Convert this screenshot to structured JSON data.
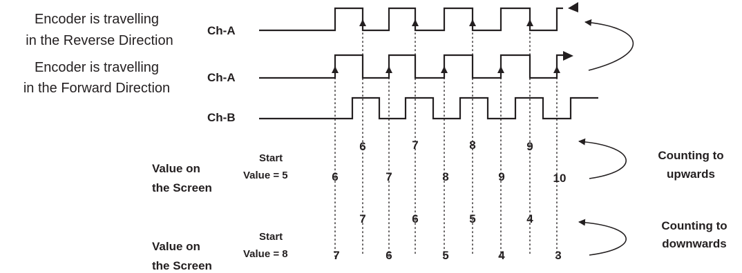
{
  "descriptions": {
    "reverse": [
      "Encoder is travelling",
      "in the Reverse Direction"
    ],
    "forward": [
      "Encoder is travelling",
      "in the Forward Direction"
    ]
  },
  "channels": {
    "reverse_a": "Ch-A",
    "forward_a": "Ch-A",
    "b": "Ch-B"
  },
  "upward_section": {
    "value_label": [
      "Value on",
      "the Screen"
    ],
    "start_label": [
      "Start",
      "Value = 5"
    ],
    "reverse_values": [
      "6",
      "7",
      "8",
      "9"
    ],
    "forward_values": [
      "6",
      "7",
      "8",
      "9",
      "10"
    ],
    "caption": [
      "Counting to",
      "upwards"
    ]
  },
  "downward_section": {
    "value_label": [
      "Value on",
      "the Screen"
    ],
    "start_label": [
      "Start",
      "Value = 8"
    ],
    "reverse_values": [
      "7",
      "6",
      "5",
      "4"
    ],
    "forward_values": [
      "7",
      "6",
      "5",
      "4",
      "3"
    ],
    "caption": [
      "Counting to",
      "downwards"
    ]
  },
  "colors": {
    "ink": "#231f20",
    "background": "#ffffff"
  }
}
